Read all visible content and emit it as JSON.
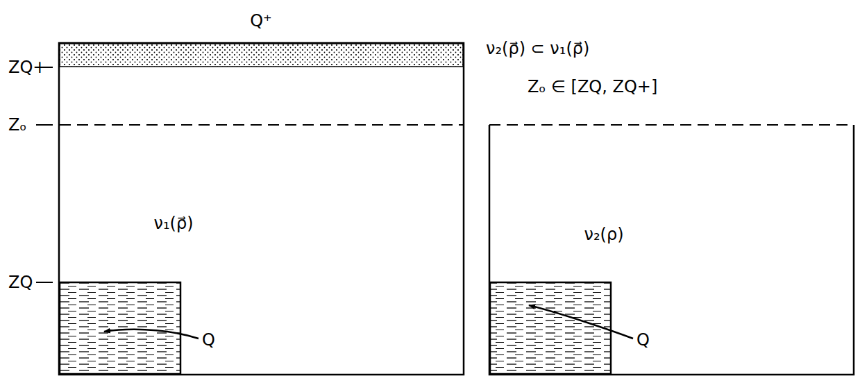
{
  "diagram": {
    "nodes": [
      {
        "text": [
          "ν₁(ρ⃗)"
        ]
      },
      {
        "text": [
          "ν₂(ρ)"
        ]
      }
    ],
    "labels": [
      "Q⁺",
      "ZQ+",
      "Zₒ",
      "ZQ",
      "Q",
      "ν₂(ρ⃗) ⊂ ν₁(ρ⃗)",
      "Zₒ ∈ [ZQ, ZQ+]",
      "Q"
    ]
  }
}
